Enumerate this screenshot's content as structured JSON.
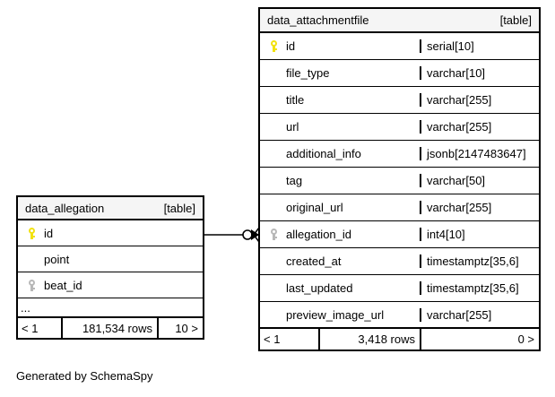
{
  "diagram": {
    "caption": "Generated by SchemaSpy",
    "tables": [
      {
        "id": "data_allegation",
        "name": "data_allegation",
        "kind": "[table]",
        "columns": [
          {
            "key": "pk",
            "name": "id"
          },
          {
            "key": "none",
            "name": "point"
          },
          {
            "key": "fk",
            "name": "beat_id"
          },
          {
            "key": "none",
            "name": "..."
          }
        ],
        "footer": {
          "prev": "< 1",
          "count": "181,534 rows",
          "next": "10 >"
        }
      },
      {
        "id": "data_attachmentfile",
        "name": "data_attachmentfile",
        "kind": "[table]",
        "columns": [
          {
            "key": "pk",
            "name": "id",
            "type": "serial[10]"
          },
          {
            "key": "none",
            "name": "file_type",
            "type": "varchar[10]"
          },
          {
            "key": "none",
            "name": "title",
            "type": "varchar[255]"
          },
          {
            "key": "none",
            "name": "url",
            "type": "varchar[255]"
          },
          {
            "key": "none",
            "name": "additional_info",
            "type": "jsonb[2147483647]"
          },
          {
            "key": "none",
            "name": "tag",
            "type": "varchar[50]"
          },
          {
            "key": "none",
            "name": "original_url",
            "type": "varchar[255]"
          },
          {
            "key": "fk",
            "name": "allegation_id",
            "type": "int4[10]"
          },
          {
            "key": "none",
            "name": "created_at",
            "type": "timestamptz[35,6]"
          },
          {
            "key": "none",
            "name": "last_updated",
            "type": "timestamptz[35,6]"
          },
          {
            "key": "none",
            "name": "preview_image_url",
            "type": "varchar[255]"
          }
        ],
        "footer": {
          "prev": "< 1",
          "count": "3,418 rows",
          "next": "0 >"
        }
      }
    ],
    "relationship": {
      "from_table": "data_allegation",
      "from_column": "id",
      "to_table": "data_attachmentfile",
      "to_column": "allegation_id",
      "from_cardinality": "one",
      "to_cardinality": "zero-or-many"
    },
    "colors": {
      "primary_key": "#f2e211",
      "foreign_key": "#b8b8b8",
      "header_bg": "#f5f5f5",
      "border": "#000000",
      "background": "#ffffff"
    }
  }
}
